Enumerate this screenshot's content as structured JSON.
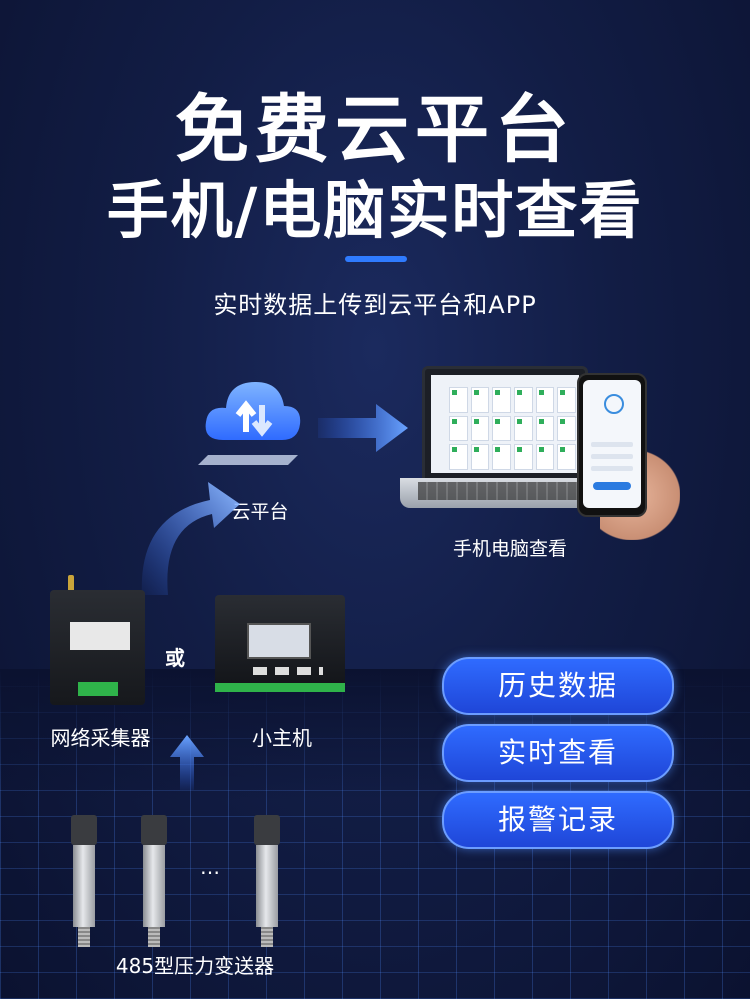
{
  "header": {
    "title_line1": "免费云平台",
    "title_line2": "手机/电脑实时查看",
    "subtitle": "实时数据上传到云平台和APP"
  },
  "diagram": {
    "cloud_label": "云平台",
    "devices_label": "手机电脑查看",
    "collector_label": "网络采集器",
    "or_label": "或",
    "host_label": "小主机",
    "sensor_label": "485型压力变送器",
    "ellipsis": "…"
  },
  "buttons": [
    {
      "label": "历史数据"
    },
    {
      "label": "实时查看"
    },
    {
      "label": "报警记录"
    }
  ],
  "colors": {
    "accent": "#2f7bff",
    "button": "#2f6bff",
    "terminal_green": "#2fb34a"
  }
}
